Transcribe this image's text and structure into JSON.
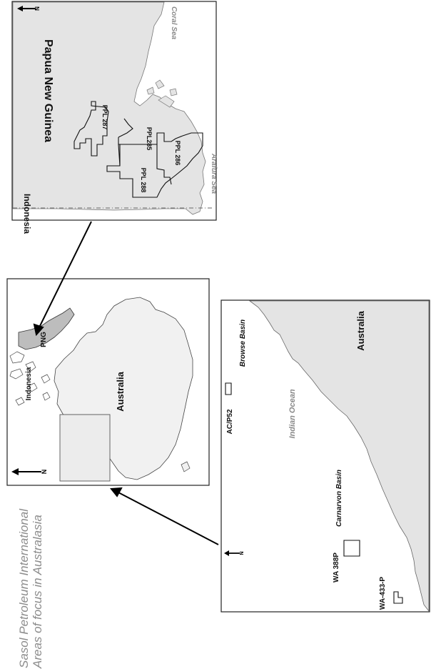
{
  "title": {
    "line1": "Sasol Petroleum International",
    "line2": "Areas of focus in Australasia"
  },
  "overview_map": {
    "north_label": "N",
    "labels": {
      "australia": "Australia",
      "indonesia": "Indonesia",
      "png": "PNG"
    }
  },
  "png_map": {
    "north_label": "N",
    "labels": {
      "papua_new_guinea": "Papua New Guinea",
      "indonesia": "Indonesia",
      "coral_sea": "Coral Sea",
      "arafura_sea": "Arafura Sea"
    },
    "blocks": [
      "PPL 287",
      "PPL285",
      "PPL 286",
      "PPL 288"
    ]
  },
  "wa_map": {
    "north_label": "N",
    "labels": {
      "australia": "Australia",
      "indian_ocean": "Indian Ocean",
      "browse_basin": "Browse Basin",
      "carnarvon_basin": "Carnarvon Basin"
    },
    "blocks": [
      "AC/P52",
      "WA 388P",
      "WA-433-P"
    ]
  },
  "colors": {
    "land": "#e4e4e4",
    "land_dark": "#c8c8c8",
    "png_highlight": "#bdbdbd",
    "water_label": "#8a8a8a",
    "title_text": "#8c8c8c",
    "ink": "#111111"
  },
  "icons": [
    "north-arrow-icon",
    "callout-arrow-icon"
  ]
}
